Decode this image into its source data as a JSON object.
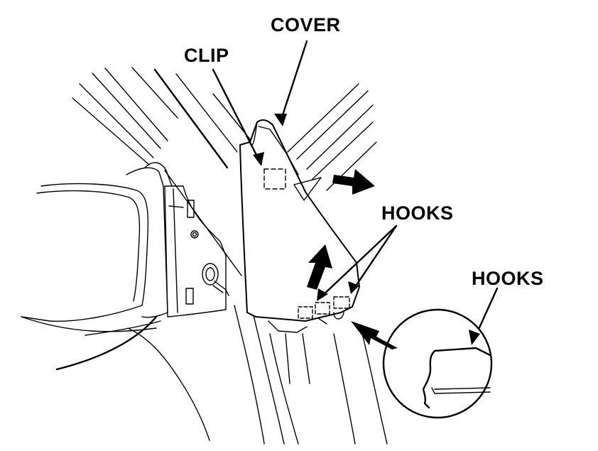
{
  "labels": {
    "cover": "COVER",
    "clip": "CLIP",
    "hooks": "HOOKS",
    "hooks_detail": "HOOKS"
  },
  "colors": {
    "line": "#000000",
    "background": "#ffffff",
    "panel_fill": "#ffffff"
  }
}
